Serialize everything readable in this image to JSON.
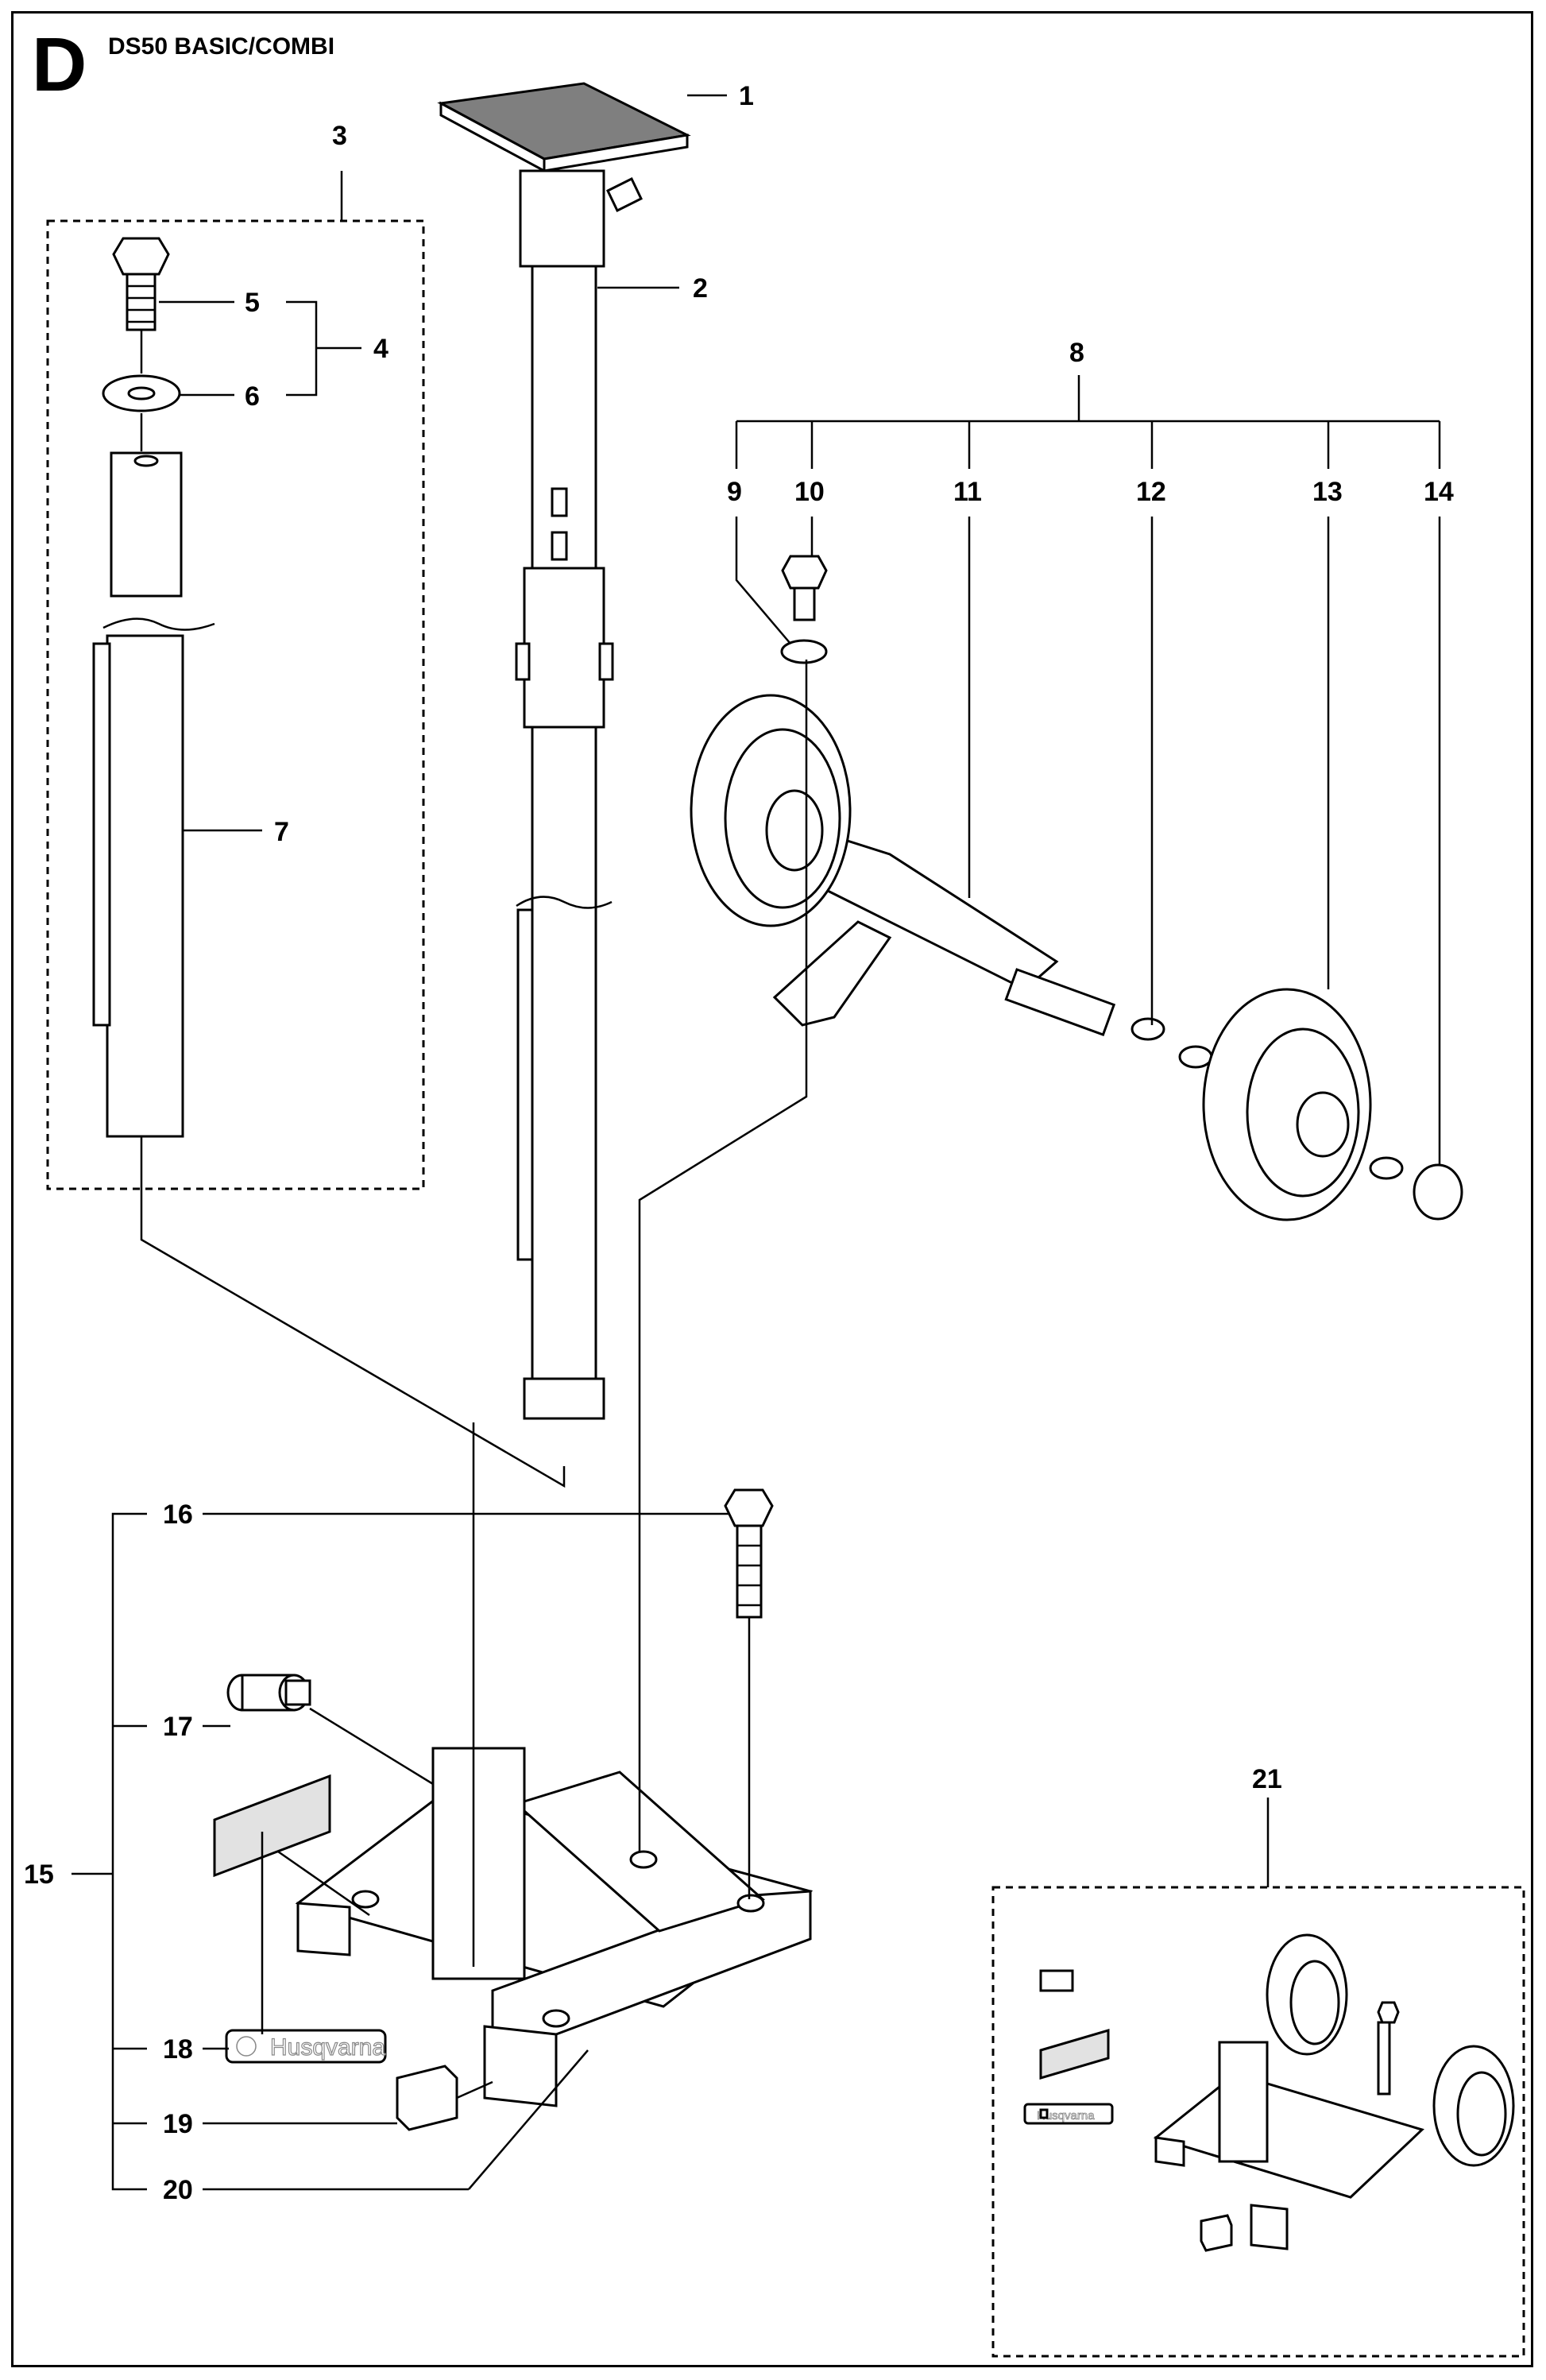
{
  "section_letter": "D",
  "model_title": "DS50 BASIC/COMBI",
  "brand_label": "Husqvarna",
  "callouts": [
    "1",
    "2",
    "3",
    "4",
    "5",
    "6",
    "7",
    "8",
    "9",
    "10",
    "11",
    "12",
    "13",
    "14",
    "15",
    "16",
    "17",
    "18",
    "19",
    "20",
    "21"
  ]
}
